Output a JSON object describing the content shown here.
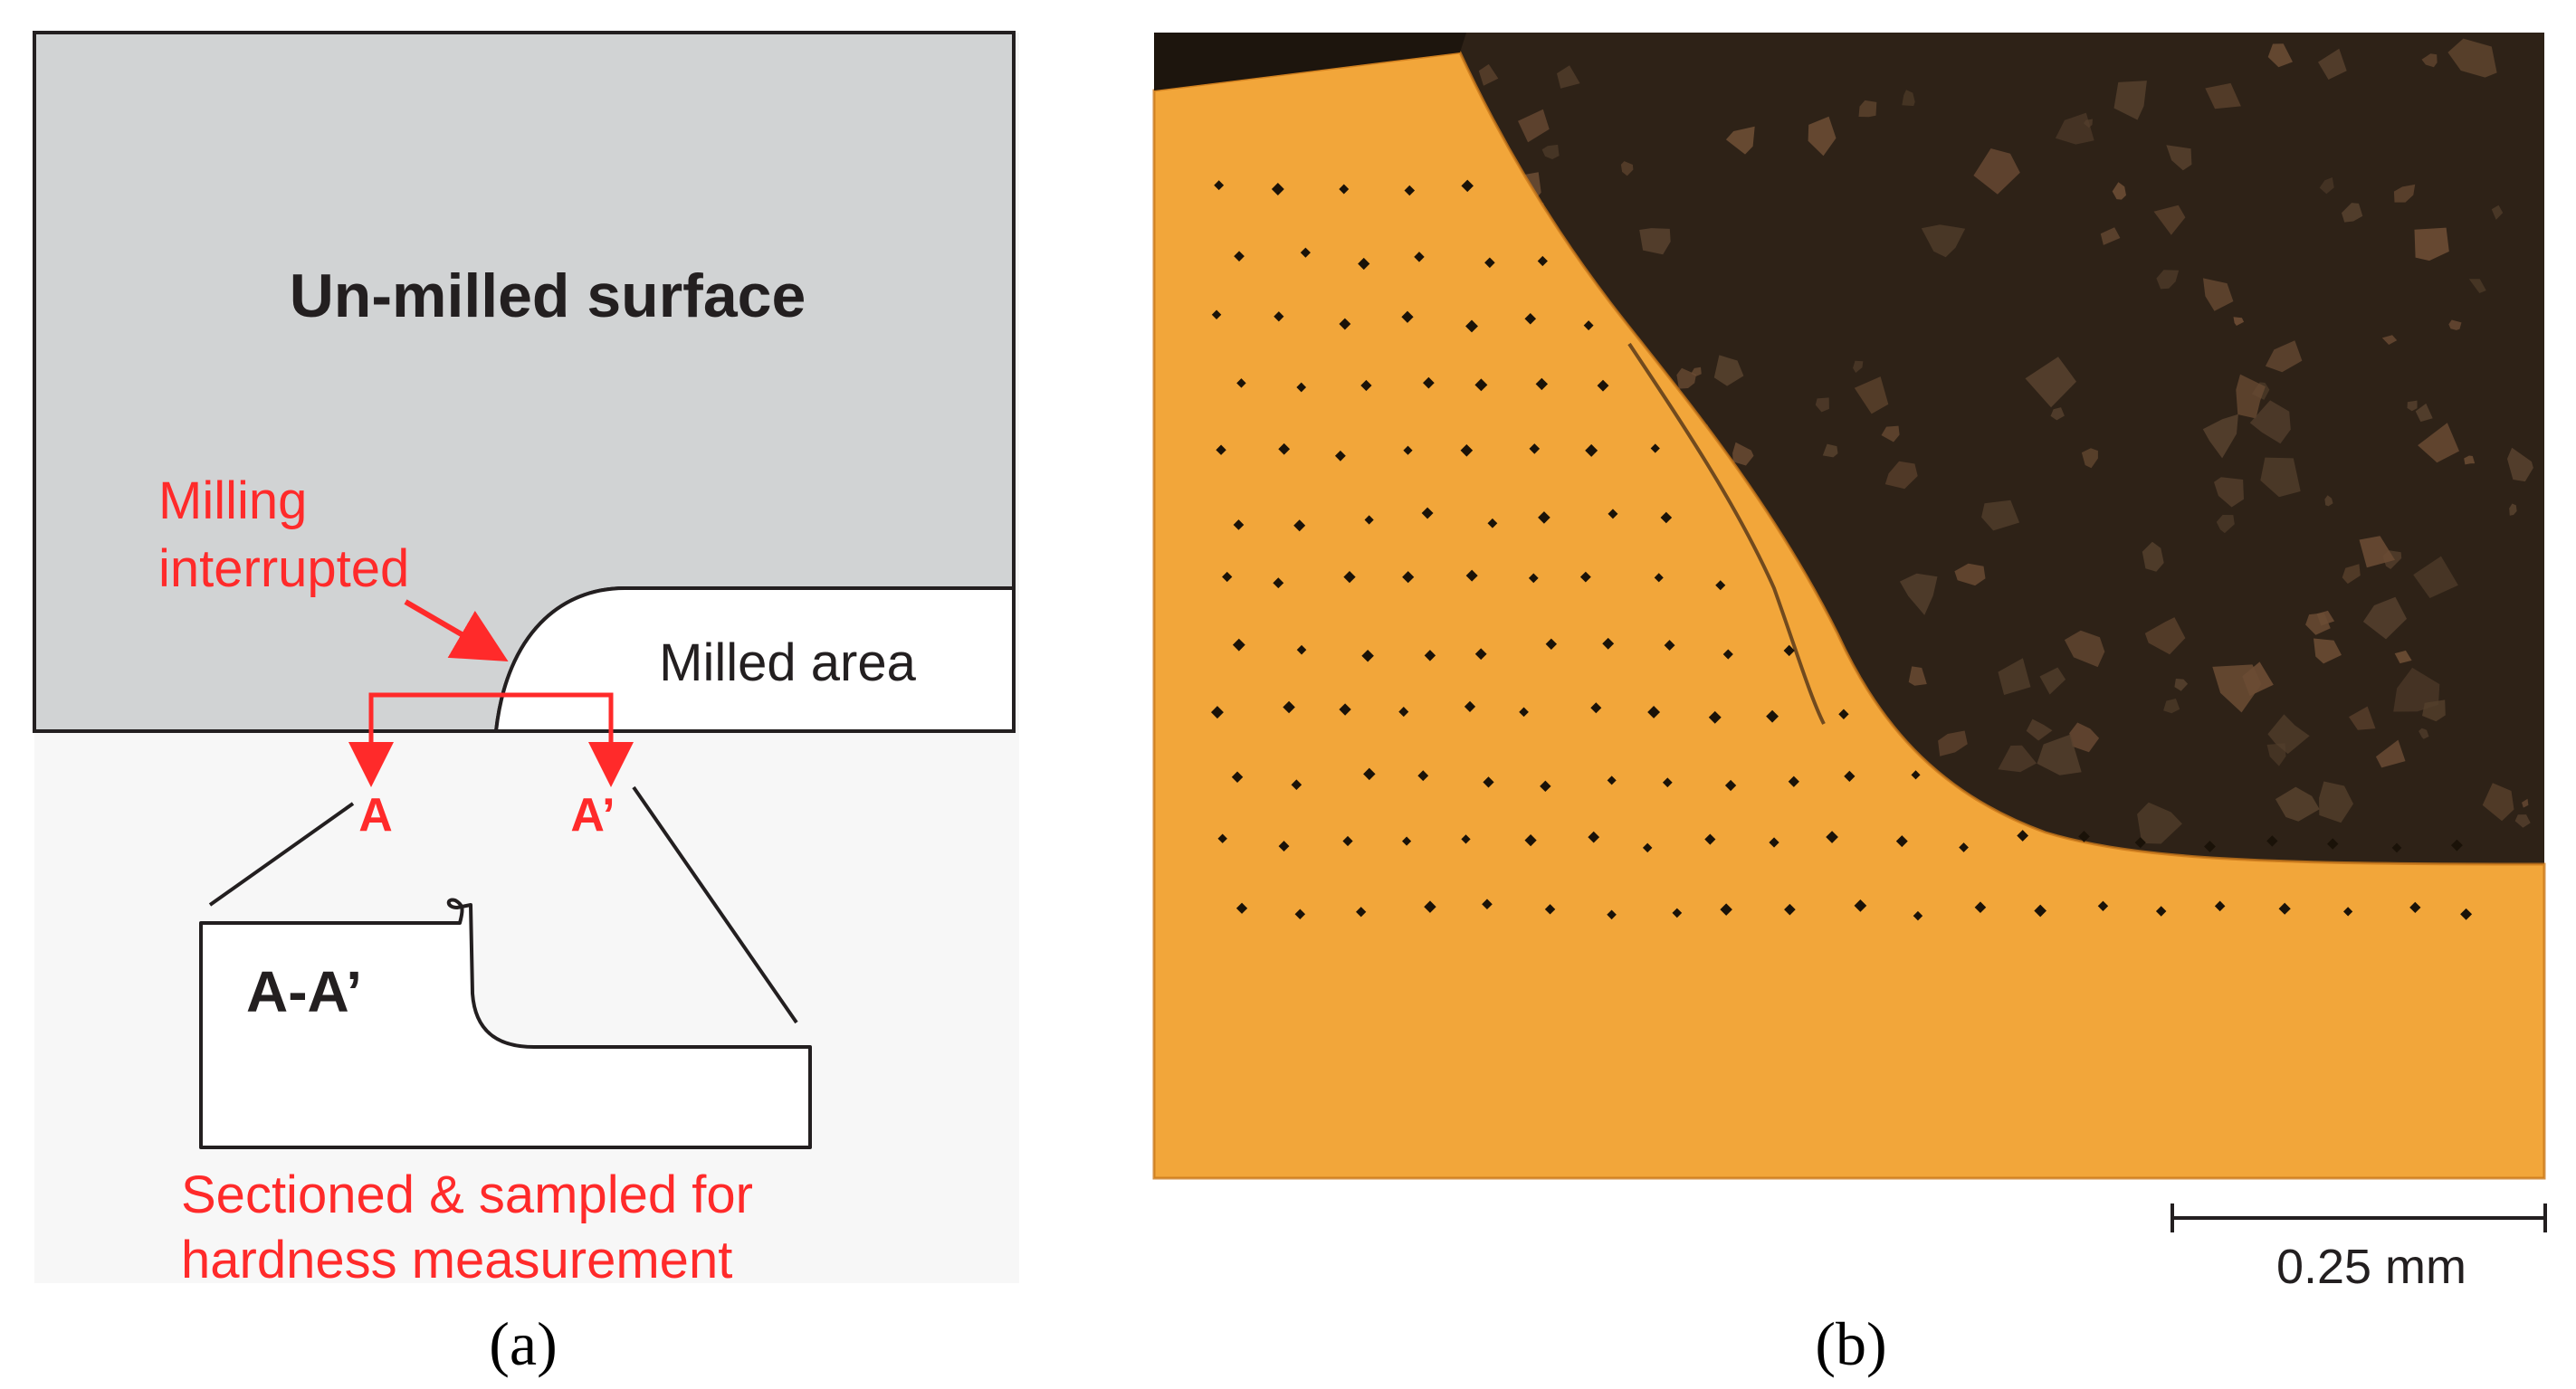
{
  "panel_a": {
    "unmilled_label": "Un-milled surface",
    "milled_label": "Milled area",
    "milling_label_line1": "Milling",
    "milling_label_line2": "interrupted",
    "point_a": "A",
    "point_a_prime": "A’",
    "section_label": "A-A’",
    "caption_line1": "Sectioned & sampled for",
    "caption_line2": "hardness measurement",
    "sublabel": "(a)"
  },
  "panel_b": {
    "scale_bar_label": "0.25 mm",
    "sublabel": "(b)"
  },
  "colors": {
    "unmilled_fill": "#d1d3d4",
    "annotation_red": "#ff2a2a",
    "metal_fill": "#f2a63a",
    "background_dark": "#2e2217",
    "indent_marks": "#1a1208"
  }
}
